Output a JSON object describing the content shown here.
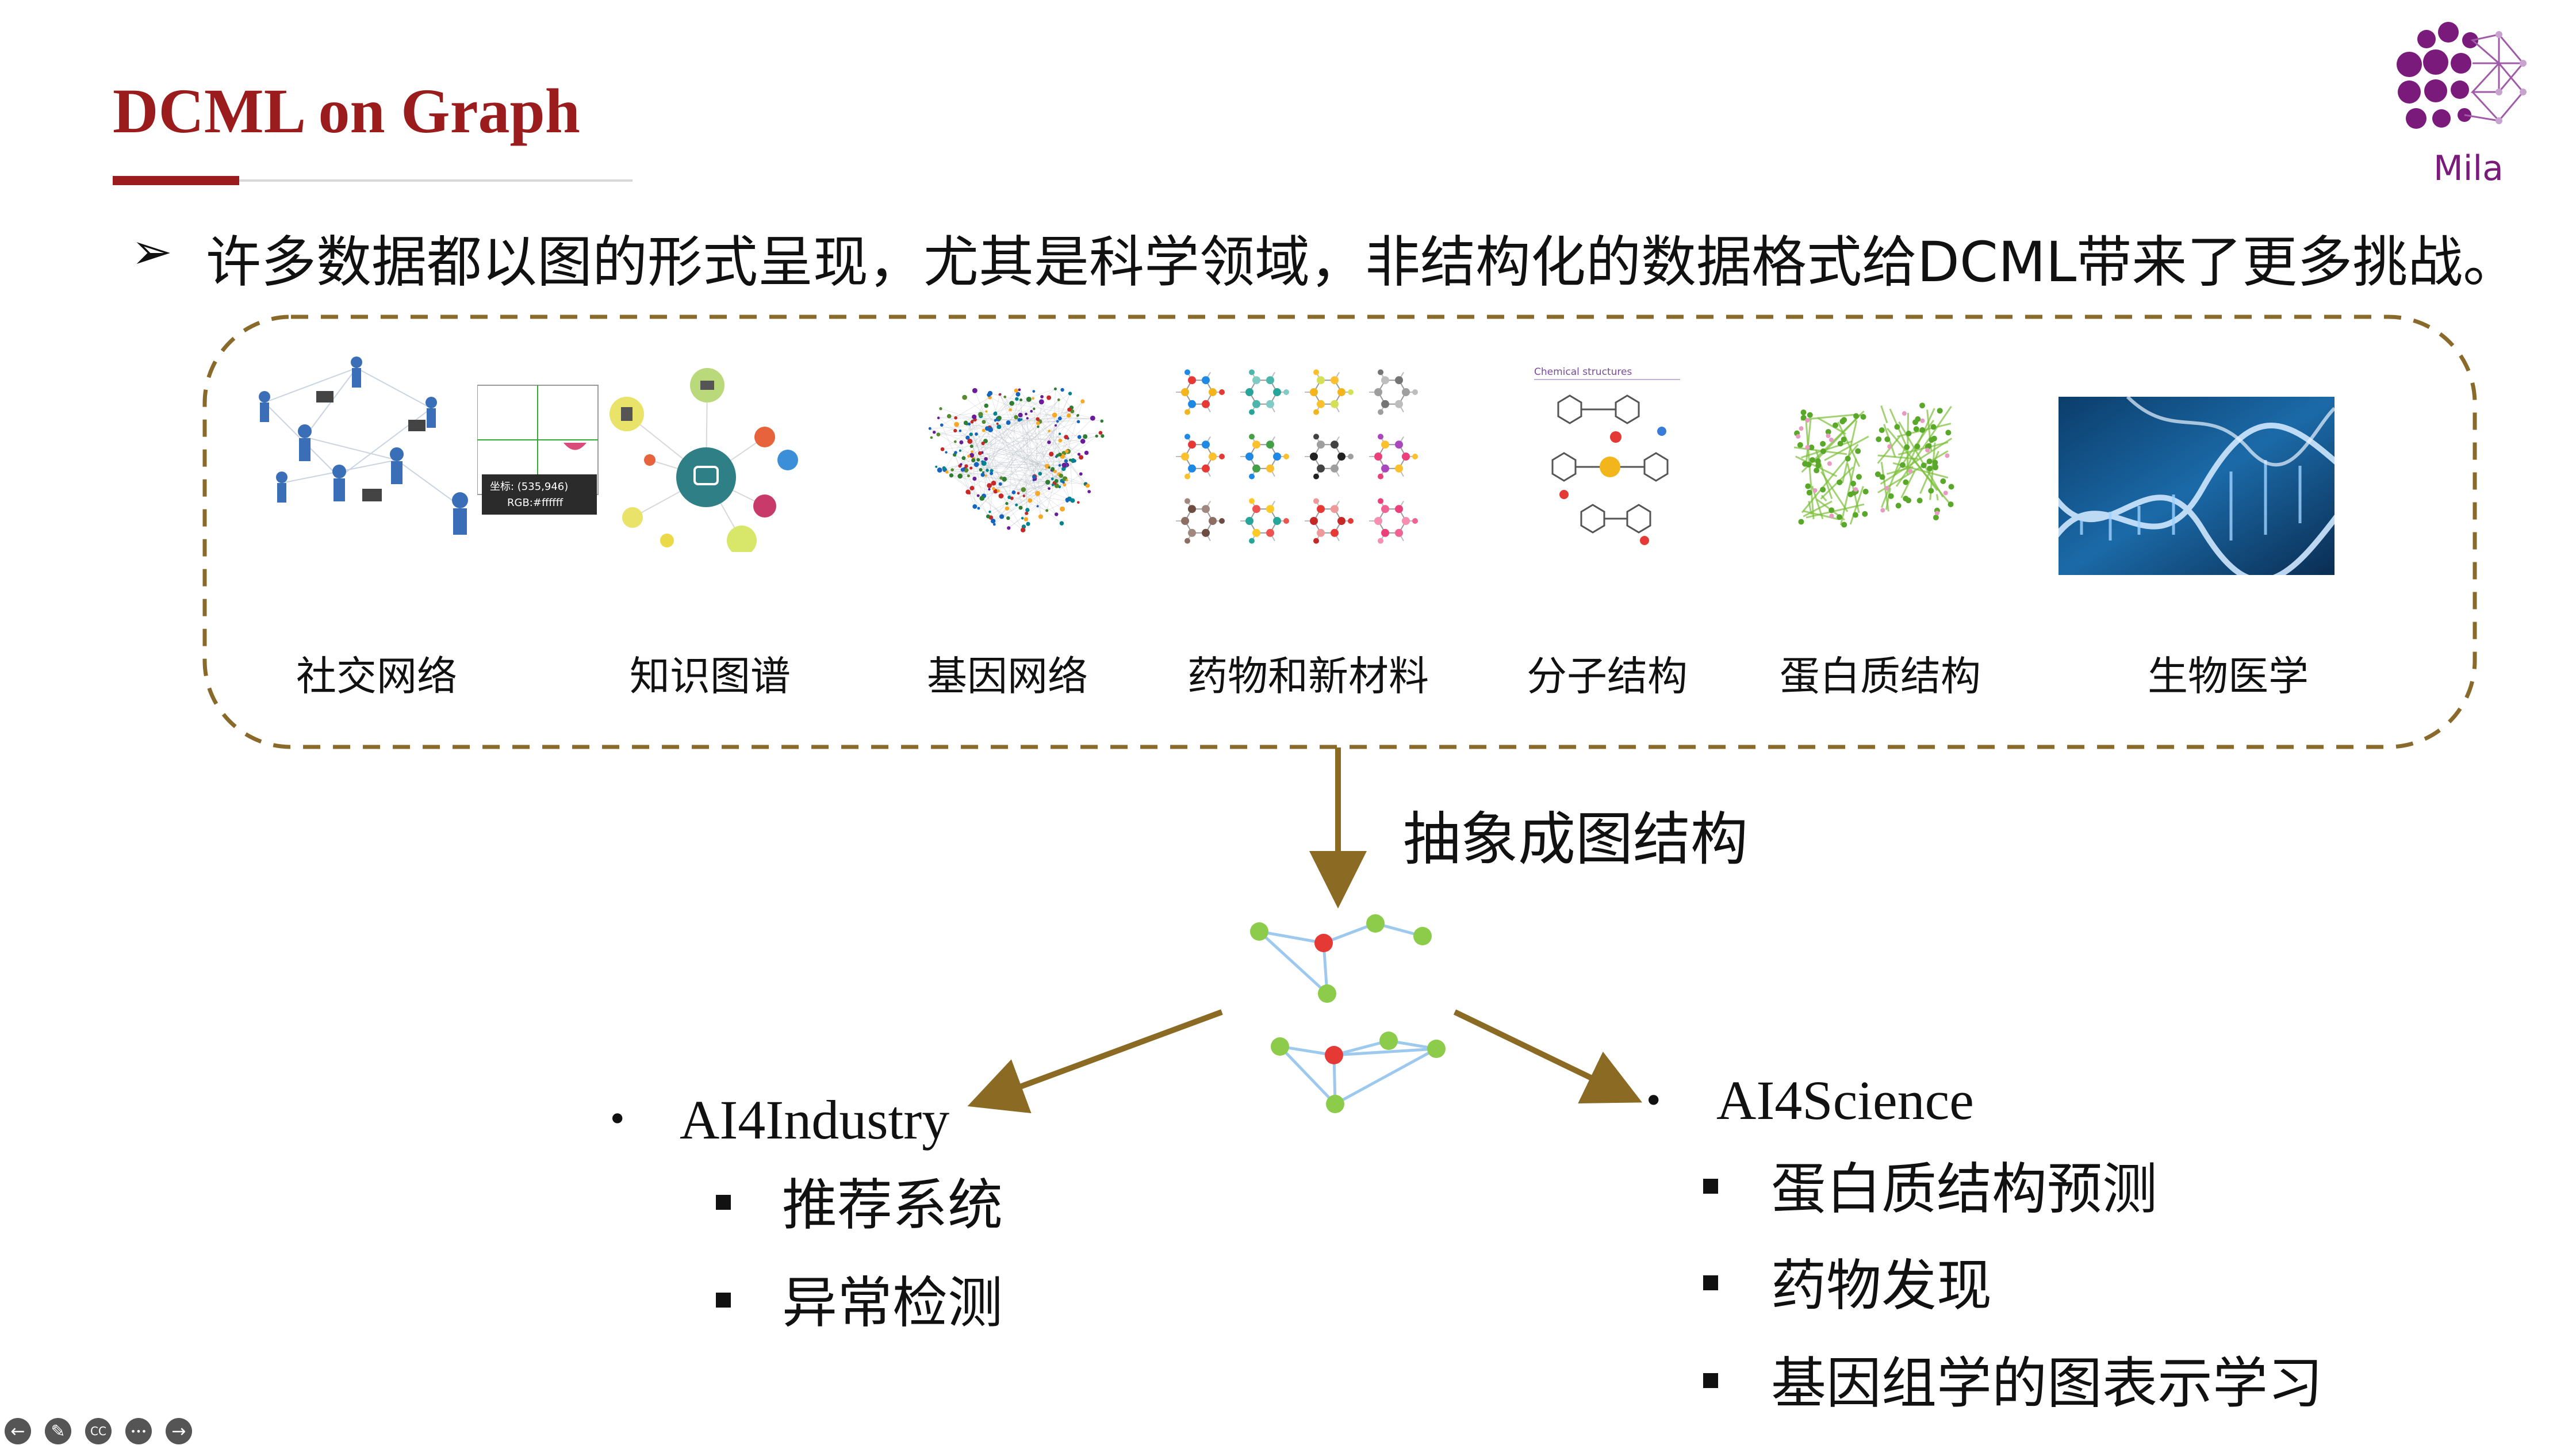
{
  "slide": {
    "title": "DCML on Graph",
    "lead_marker": "➢",
    "lead_text": "许多数据都以图的形式呈现，尤其是科学领域，非结构化的数据格式给DCML带来了更多挑战。",
    "logo_text": "Mila",
    "examples": [
      {
        "label": "社交网络"
      },
      {
        "label": "知识图谱"
      },
      {
        "label": "基因网络"
      },
      {
        "label": "药物和新材料"
      },
      {
        "label": "分子结构"
      },
      {
        "label": "蛋白质结构"
      },
      {
        "label": "生物医学"
      }
    ],
    "kg_tooltip_line1": "坐标: (535,946)",
    "kg_tooltip_line2": "RGB:#ffffff",
    "molecule_sheet_title": "Chemical structures",
    "abstract_label": "抽象成图结构",
    "left_branch": {
      "bullet": "•",
      "heading": "AI4Industry",
      "items": [
        "推荐系统",
        "异常检测"
      ]
    },
    "right_branch": {
      "bullet": "•",
      "heading": "AI4Science",
      "items": [
        "蛋白质结构预测",
        "药物发现",
        "基因组学的图表示学习"
      ]
    }
  },
  "player_controls": [
    {
      "icon": "back-icon",
      "glyph": "←"
    },
    {
      "icon": "pen-icon",
      "glyph": "✎"
    },
    {
      "icon": "cc-icon",
      "glyph": "CC"
    },
    {
      "icon": "more-icon",
      "glyph": "•••"
    },
    {
      "icon": "forward-icon",
      "glyph": "→"
    }
  ],
  "colors": {
    "title": "#9b1c1c",
    "dashed_border": "#8a6a2a",
    "flow_arrow": "#8b6a24",
    "node_green": "#8ccc4a",
    "node_red": "#e53935",
    "edge_blue": "#9ec9ee",
    "logo_purple": "#7a1a7a"
  }
}
